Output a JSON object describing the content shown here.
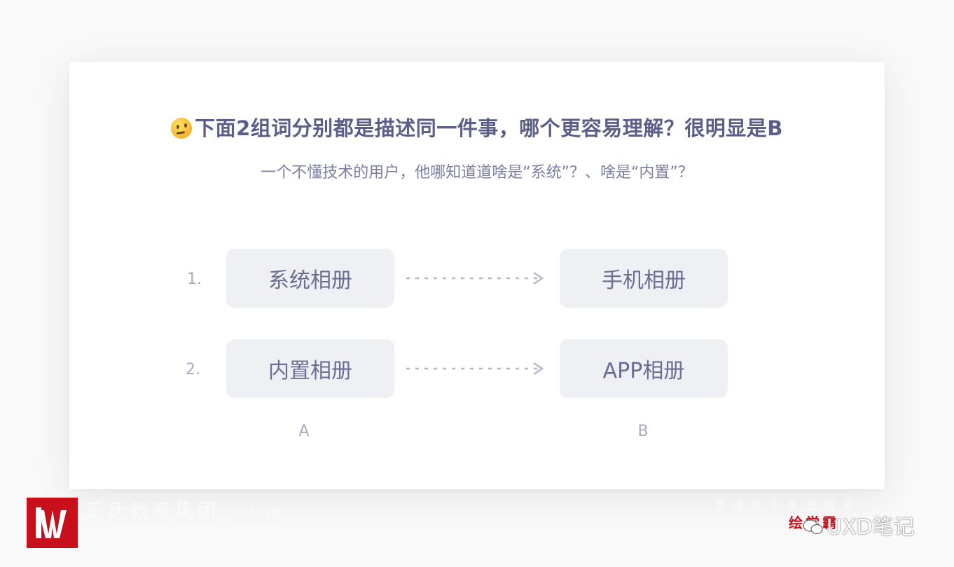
{
  "header": {
    "title": "下面2组词分别都是描述同一件事，哪个更容易理解？很明显是B",
    "subtitle": "一个不懂技术的用户，他哪知道道啥是“系统”？、啥是“内置”？"
  },
  "comparisons": [
    {
      "number": "1.",
      "a": "系统相册",
      "b": "手机相册"
    },
    {
      "number": "2.",
      "a": "内置相册",
      "b": "APP相册"
    }
  ],
  "columns": {
    "a": "A",
    "b": "B"
  },
  "watermark": {
    "org_name": "王氏教育集团",
    "org_slogan": "以人为本",
    "right_text": "获得更多免费精品",
    "brand_cn": "绘学霸",
    "brand_latin": "UXD笔记"
  },
  "colors": {
    "title": "#5a5e88",
    "box_bg": "#eff0f4",
    "box_text": "#6a6d94",
    "muted": "#a8abc4",
    "logo_red": "#c8101d"
  },
  "icons": [
    "thinking-face-icon",
    "dashed-arrow-icon",
    "wechat-icon"
  ]
}
